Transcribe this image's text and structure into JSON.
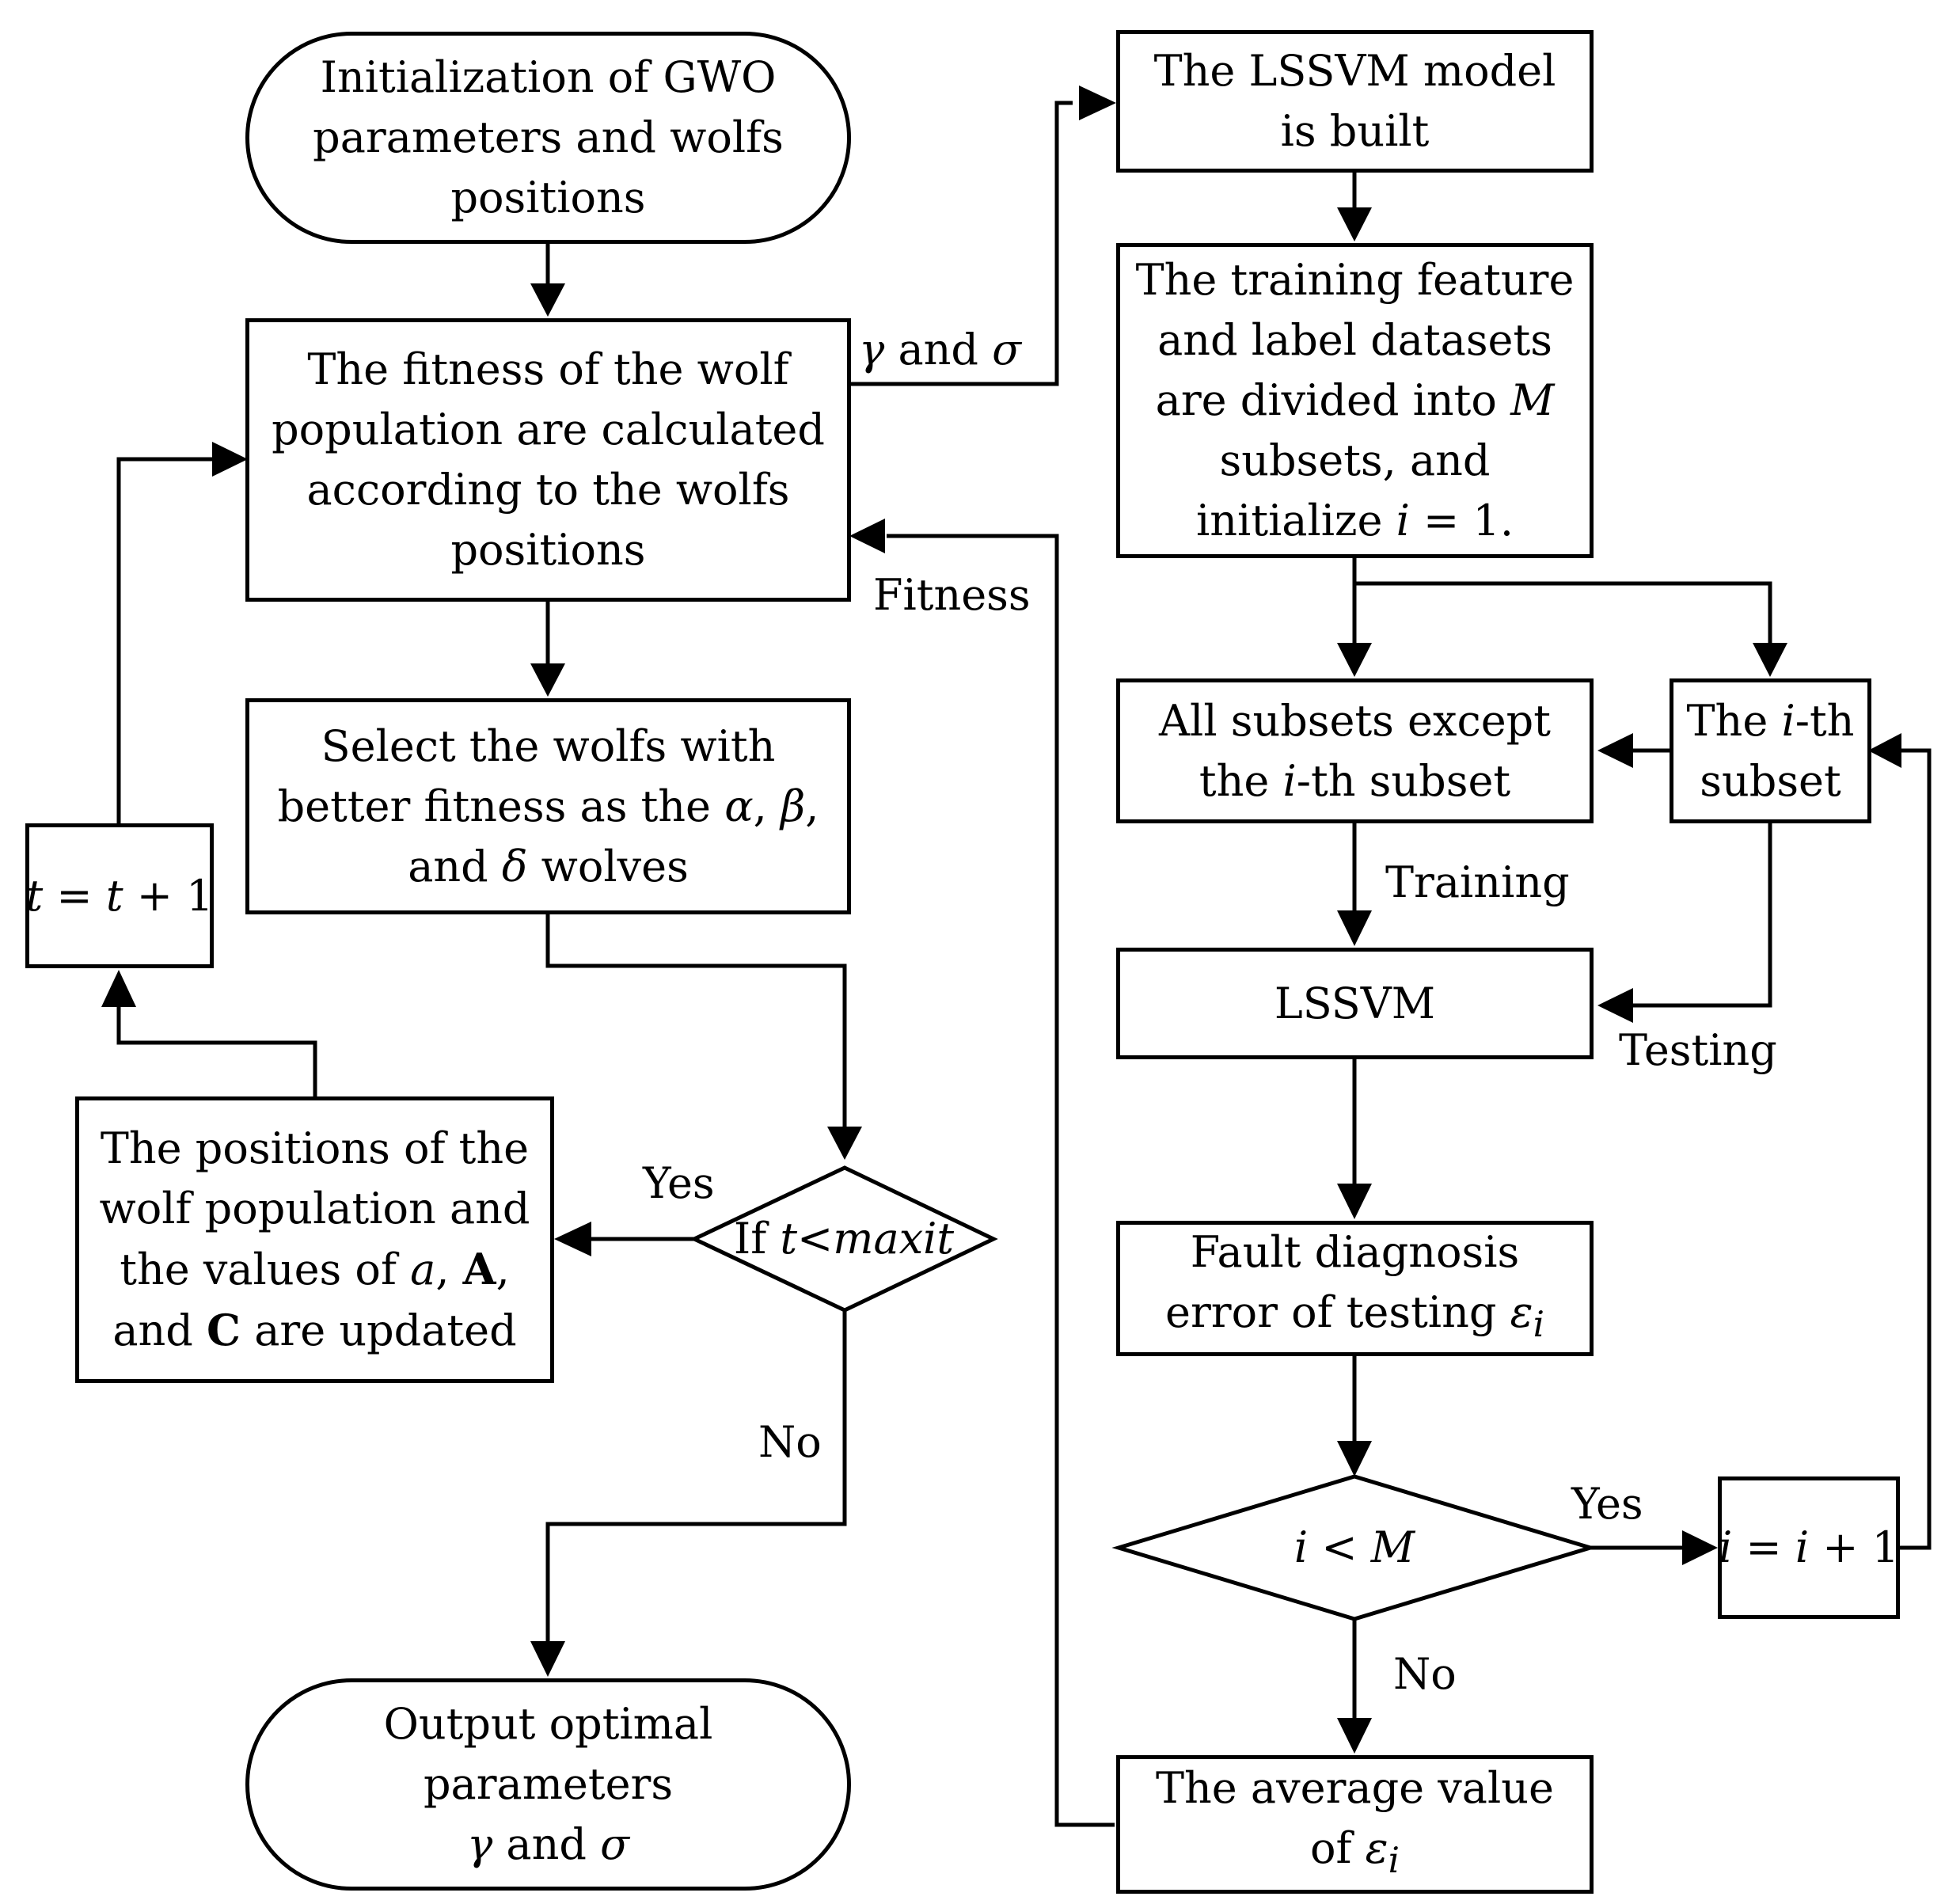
{
  "left": {
    "start": [
      "Initialization of GWO",
      "parameters and wolfs",
      "positions"
    ],
    "fitness": [
      "The fitness of the wolf",
      "population are calculated",
      "according to the wolfs",
      "positions"
    ],
    "select": {
      "line1": "Select the wolfs with",
      "line2_pre": "better fitness as the ",
      "alpha": "α",
      "comma1": ", ",
      "beta": "β",
      "comma2": ",",
      "line3_pre": "and ",
      "delta": "δ",
      "line3_post": " wolves"
    },
    "increment": {
      "t1": "t",
      "eq": " = ",
      "t2": "t",
      "plus": " + 1"
    },
    "update": {
      "line1": "The positions of the",
      "line2": "wolf population and",
      "line3_pre": "the values of ",
      "a": "a",
      "comma": ", ",
      "A": "A",
      "comma2": ",",
      "line4_pre": "and ",
      "C": "C",
      "line4_post": " are updated"
    },
    "decision": {
      "pre": "If ",
      "var": "t<maxit"
    },
    "yes": "Yes",
    "no": "No",
    "output": {
      "line1": "Output optimal",
      "line2": "parameters",
      "gamma": "γ",
      "and": " and ",
      "sigma": "σ"
    }
  },
  "right": {
    "model": [
      "The LSSVM model",
      "is built"
    ],
    "divide": {
      "line1": "The training feature",
      "line2": "and label datasets",
      "line3_pre": "are divided into ",
      "M": "M",
      "line4": "subsets, and",
      "line5_pre": "initialize ",
      "i": "i",
      "line5_post": " = 1."
    },
    "all_subsets": {
      "line1": "All subsets except",
      "line2_pre": "the ",
      "i": "i",
      "line2_post": "-th subset"
    },
    "ith": {
      "pre": "The ",
      "i": "i",
      "post": "-th",
      "line2": "subset"
    },
    "training": "Training",
    "testing": "Testing",
    "lssvm": "LSSVM",
    "error": {
      "line1": "Fault diagnosis",
      "line2_pre": "error of testing ",
      "eps": "ε",
      "sub": "i"
    },
    "decision": {
      "i": "i",
      "lt": " < ",
      "M": "M"
    },
    "yes": "Yes",
    "no": "No",
    "increment": {
      "i1": "i",
      "eq": " = ",
      "i2": "i",
      "plus": " + 1"
    },
    "average": {
      "line1": "The average value",
      "line2_pre": "of ",
      "eps": "ε",
      "sub": "i"
    }
  },
  "links": {
    "params": {
      "gamma": "γ",
      "and": " and ",
      "sigma": "σ"
    },
    "fitness": "Fitness"
  }
}
